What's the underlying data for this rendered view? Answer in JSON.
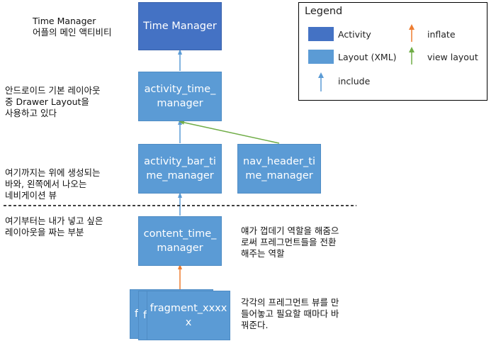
{
  "notes": {
    "time_manager": "Time Manager\n어플의 메인 액티비티",
    "drawer": "안드로이드 기본 레이아웃\n중 Drawer Layout을\n사용하고 있다",
    "navigation": "여기까지는 위에 생성되는\n바와, 왼쪽에서 나오는\n네비게이션 뷰",
    "content_area": "여기부터는 내가 넣고 싶은\n레이아웃을 짜는 부분",
    "content_role": "얘가 껍데기 역할을 해줌으\n로써 프레그먼트들을 전환\n해주는 역할",
    "fragment_role": "각각의 프레그먼트 뷰를 만\n들어놓고 필요할 때마다 바\n꿔준다."
  },
  "nodes": {
    "time_manager": "Time Manager",
    "activity_time_manager": "activity_time_\nmanager",
    "activity_bar_time_manager": "activity_bar_ti\nme_manager",
    "nav_header_time_manager": "nav_header_ti\nme_manager",
    "content_time_manager": "content_time_\nmanager",
    "fragment_back_1": "f",
    "fragment_back_2": "f",
    "fragment_xxxxx": "fragment_xxxx\nx"
  },
  "legend": {
    "title": "Legend",
    "activity": "Activity",
    "layout": "Layout (XML)",
    "inflate": "inflate",
    "view_layout": "view layout",
    "include": "include"
  },
  "colors": {
    "activity": "#4472c4",
    "layout": "#5b9bd5",
    "include_arrow": "#5b9bd5",
    "inflate_arrow": "#ed7d31",
    "view_layout_arrow": "#70ad47",
    "divider": "#000000"
  }
}
